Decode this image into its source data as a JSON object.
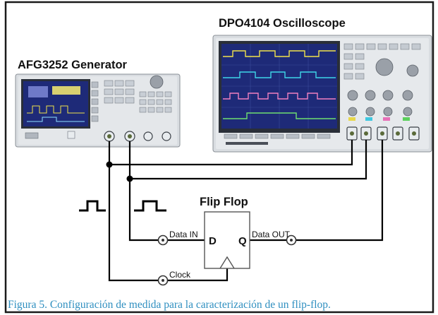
{
  "figure": {
    "oscilloscope_title": "DPO4104 Oscilloscope",
    "generator_title": "AFG3252 Generator",
    "flipflop_title": "Flip Flop",
    "pin_d": "D",
    "pin_q": "Q",
    "data_in_label": "Data IN",
    "data_out_label": "Data OUT",
    "clock_label": "Clock",
    "caption": "Figura 5. Configuración de medida para la caracterización de un flip-flop.",
    "colors": {
      "frame": "#1a1a1a",
      "wire": "#000000",
      "caption": "#2f8fc0",
      "screen": "#1e2a78",
      "instrument_body": "#d9dde1"
    }
  }
}
